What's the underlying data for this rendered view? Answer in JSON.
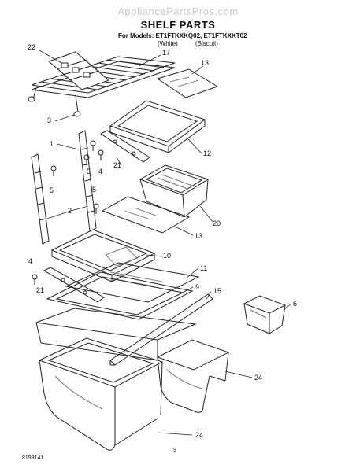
{
  "header": {
    "watermark": "AppliancePartsPros.com",
    "title": "SHELF PARTS",
    "models_line": "For Models: ET1FTKXKQ02, ET1FTKXKT02",
    "variant_white": "(White)",
    "variant_biscuit": "(Biscuit)"
  },
  "callouts": {
    "n22": "22",
    "n17": "17",
    "n13a": "13",
    "n3": "3",
    "n12": "12",
    "n1": "1",
    "n5a": "5",
    "n4a": "4",
    "n21a": "21",
    "n5b": "5",
    "n5c": "5",
    "n2": "2",
    "n20": "20",
    "n13b": "13",
    "n10": "10",
    "n4b": "4",
    "n21b": "21",
    "n11": "11",
    "n9": "9",
    "n15": "15",
    "n6": "6",
    "n24a": "24",
    "n24b": "24"
  },
  "footer": {
    "page_number": "9",
    "doc_number": "8198141"
  }
}
